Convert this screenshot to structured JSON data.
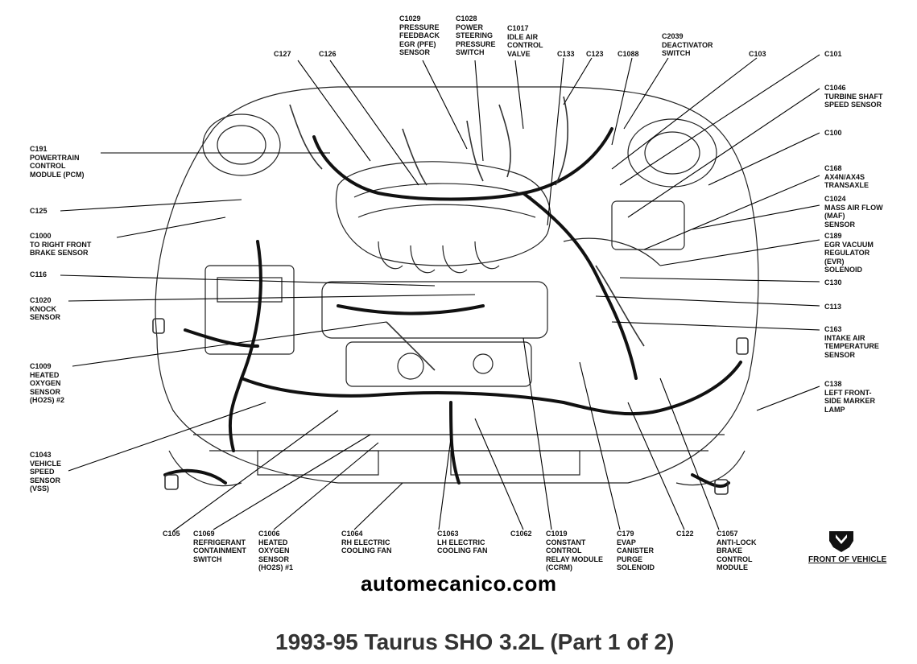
{
  "title": "1993-95 Taurus SHO 3.2L (Part 1 of 2)",
  "watermark": "automecanico.com",
  "orientation": {
    "label": "FRONT OF VEHICLE",
    "icon": "front-arrow-icon"
  },
  "labels": {
    "c1029": "C1029\nPRESSURE\nFEEDBACK\nEGR (PFE)\nSENSOR",
    "c1028": "C1028\nPOWER\nSTEERING\nPRESSURE\nSWITCH",
    "c1017": "C1017\nIDLE AIR\nCONTROL\nVALVE",
    "c127": "C127",
    "c126": "C126",
    "c133": "C133",
    "c123": "C123",
    "c1088": "C1088",
    "c2039": "C2039\nDEACTIVATOR\nSWITCH",
    "c103": "C103",
    "c101": "C101",
    "c1046": "C1046\nTURBINE SHAFT\nSPEED SENSOR",
    "c100": "C100",
    "c168": "C168\nAX4N/AX4S\nTRANSAXLE",
    "c1024": "C1024\nMASS AIR FLOW\n(MAF)\nSENSOR",
    "c189": "C189\nEGR VACUUM\nREGULATOR\n(EVR)\nSOLENOID",
    "c130": "C130",
    "c113": "C113",
    "c163": "C163\nINTAKE AIR\nTEMPERATURE\nSENSOR",
    "c138": "C138\nLEFT FRONT-\nSIDE MARKER\nLAMP",
    "c191": "C191\nPOWERTRAIN\nCONTROL\nMODULE (PCM)",
    "c125": "C125",
    "c1000": "C1000\nTO RIGHT FRONT\nBRAKE SENSOR",
    "c116": "C116",
    "c1020": "C1020\nKNOCK\nSENSOR",
    "c1009": "C1009\nHEATED\nOXYGEN\nSENSOR\n(HO2S) #2",
    "c1043": "C1043\nVEHICLE\nSPEED\nSENSOR\n(VSS)",
    "c105": "C105",
    "c1069": "C1069\nREFRIGERANT\nCONTAINMENT\nSWITCH",
    "c1006": "C1006\nHEATED\nOXYGEN\nSENSOR\n(HO2S) #1",
    "c1064": "C1064\nRH ELECTRIC\nCOOLING FAN",
    "c1063": "C1063\nLH ELECTRIC\nCOOLING FAN",
    "c1062": "C1062",
    "c1019": "C1019\nCONSTANT\nCONTROL\nRELAY MODULE\n(CCRM)",
    "c179": "C179\nEVAP\nCANISTER\nPURGE\nSOLENOID",
    "c122": "C122",
    "c1057": "C1057\nANTI-LOCK\nBRAKE\nCONTROL\nMODULE"
  }
}
